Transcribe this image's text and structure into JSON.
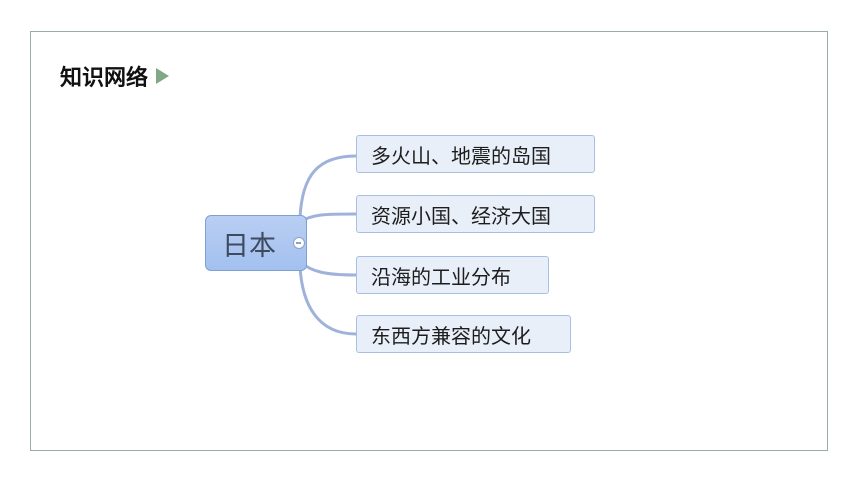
{
  "heading": "知识网络",
  "central_topic": "日本",
  "subtopics": [
    "多火山、地震的岛国",
    "资源小国、经济大国",
    "沿海的工业分布",
    "东西方兼容的文化"
  ],
  "colors": {
    "connector": "#9fb3da",
    "central_fill": "#aec7f1",
    "subtopic_fill": "#e9eff9",
    "triangle": "#7fa886"
  }
}
